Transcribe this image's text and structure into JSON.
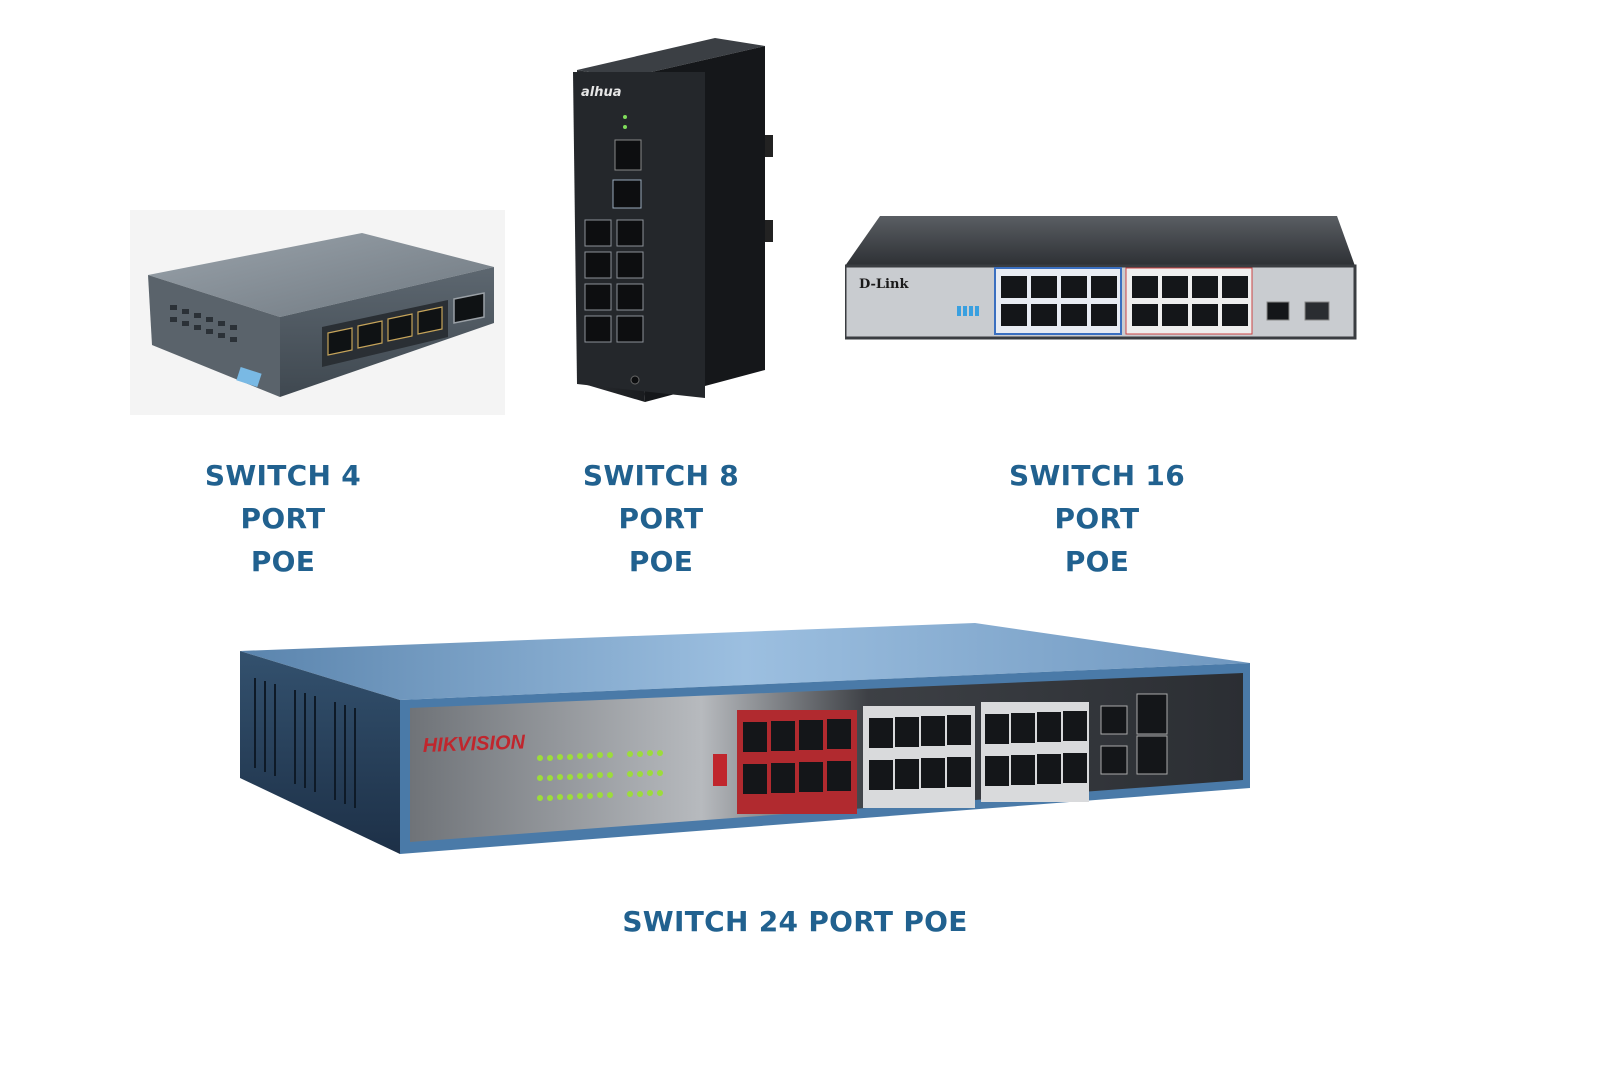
{
  "products": [
    {
      "id": "switch-4",
      "caption_line1": "SWITCH 4 PORT",
      "caption_line2": "POE"
    },
    {
      "id": "switch-8",
      "caption_line1": "SWITCH 8 PORT",
      "caption_line2": "POE",
      "brand": "alhua"
    },
    {
      "id": "switch-16",
      "caption_line1": "SWITCH 16 PORT",
      "caption_line2": "POE",
      "brand": "D-Link"
    },
    {
      "id": "switch-24",
      "caption": "SWITCH 24 PORT POE",
      "brand": "HIKVISION"
    }
  ],
  "colors": {
    "caption": "#21618f",
    "background": "#ffffff"
  }
}
